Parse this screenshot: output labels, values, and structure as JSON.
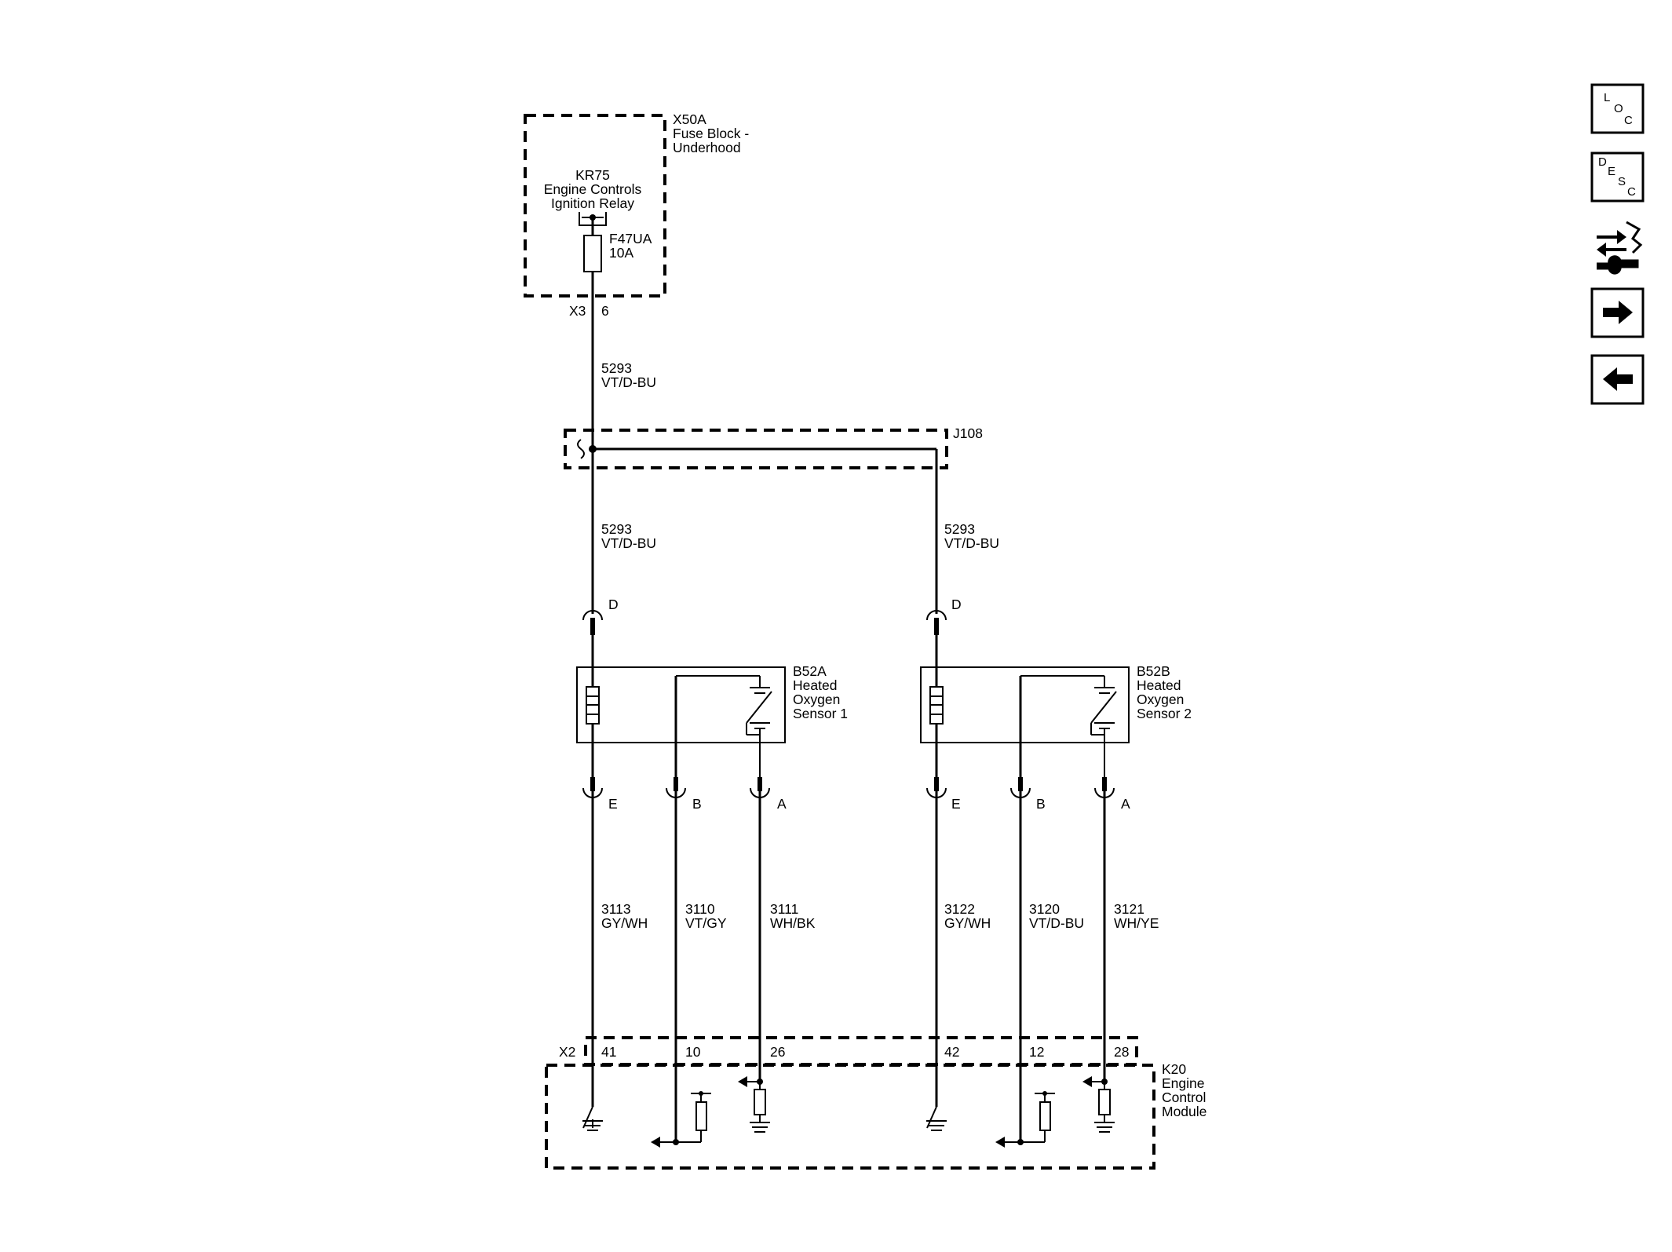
{
  "fuse_block": {
    "id": "X50A",
    "name_line1": "Fuse Block -",
    "name_line2": "Underhood",
    "relay_id": "KR75",
    "relay_line1": "Engine Controls",
    "relay_line2": "Ignition Relay",
    "fuse_id": "F47UA",
    "fuse_rating": "10A",
    "connector": "X3",
    "pin": "6"
  },
  "feed_wire": {
    "circuit": "5293",
    "color": "VT/D-BU"
  },
  "splice": {
    "id": "J108"
  },
  "sensors": [
    {
      "id": "B52A",
      "line1": "Heated",
      "line2": "Oxygen",
      "line3": "Sensor 1",
      "supply": {
        "pin": "D",
        "circuit": "5293",
        "color": "VT/D-BU"
      },
      "pins": [
        {
          "pin": "E",
          "circuit": "3113",
          "color": "GY/WH",
          "ecm_pin": "41"
        },
        {
          "pin": "B",
          "circuit": "3110",
          "color": "VT/GY",
          "ecm_pin": "10"
        },
        {
          "pin": "A",
          "circuit": "3111",
          "color": "WH/BK",
          "ecm_pin": "26"
        }
      ]
    },
    {
      "id": "B52B",
      "line1": "Heated",
      "line2": "Oxygen",
      "line3": "Sensor 2",
      "supply": {
        "pin": "D",
        "circuit": "5293",
        "color": "VT/D-BU"
      },
      "pins": [
        {
          "pin": "E",
          "circuit": "3122",
          "color": "GY/WH",
          "ecm_pin": "42"
        },
        {
          "pin": "B",
          "circuit": "3120",
          "color": "VT/D-BU",
          "ecm_pin": "12"
        },
        {
          "pin": "A",
          "circuit": "3121",
          "color": "WH/YE",
          "ecm_pin": "28"
        }
      ]
    }
  ],
  "ecm": {
    "id": "K20",
    "line1": "Engine",
    "line2": "Control",
    "line3": "Module",
    "connector": "X2"
  },
  "nav": {
    "loc": {
      "l": "L",
      "o": "O",
      "c": "C"
    },
    "desc": {
      "d": "D",
      "e": "E",
      "s": "S",
      "c": "C"
    },
    "icons": [
      "loc-icon",
      "desc-icon",
      "connector-repair-icon",
      "next-arrow-icon",
      "back-arrow-icon"
    ]
  }
}
